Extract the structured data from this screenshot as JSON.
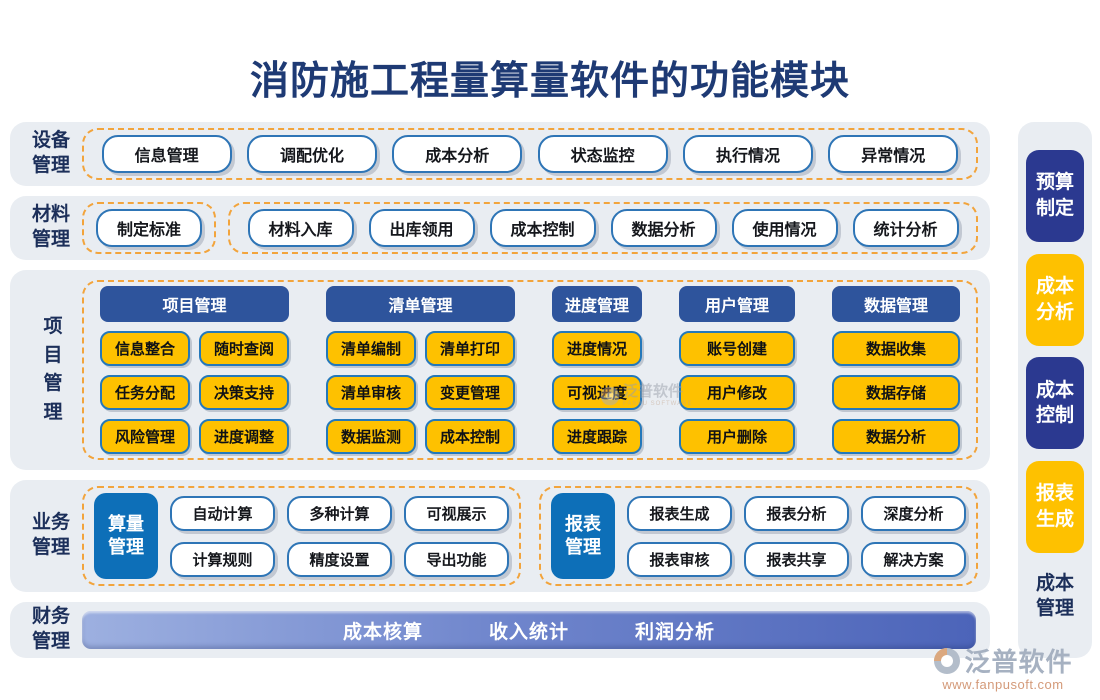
{
  "title": "消防施工程量算量软件的功能模块",
  "rows": {
    "device": {
      "label": "设备管理",
      "items": [
        "信息管理",
        "调配优化",
        "成本分析",
        "状态监控",
        "执行情况",
        "异常情况"
      ]
    },
    "material": {
      "label": "材料管理",
      "group1": [
        "制定标准"
      ],
      "group2": [
        "材料入库",
        "出库领用",
        "成本控制",
        "数据分析",
        "使用情况",
        "统计分析"
      ]
    },
    "project": {
      "label": "项目管理",
      "columns": [
        {
          "header": "项目管理",
          "items": [
            "信息整合",
            "随时查阅",
            "任务分配",
            "决策支持",
            "风险管理",
            "进度调整"
          ]
        },
        {
          "header": "清单管理",
          "items": [
            "清单编制",
            "清单打印",
            "清单审核",
            "变更管理",
            "数据监测",
            "成本控制"
          ]
        },
        {
          "header": "进度管理",
          "items": [
            "进度情况",
            "可视进度",
            "进度跟踪"
          ]
        },
        {
          "header": "用户管理",
          "items": [
            "账号创建",
            "用户修改",
            "用户删除"
          ]
        },
        {
          "header": "数据管理",
          "items": [
            "数据收集",
            "数据存储",
            "数据分析"
          ]
        }
      ]
    },
    "business": {
      "label": "业务管理",
      "groups": [
        {
          "badge": "算量管理",
          "items": [
            "自动计算",
            "多种计算",
            "可视展示",
            "计算规则",
            "精度设置",
            "导出功能"
          ]
        },
        {
          "badge": "报表管理",
          "items": [
            "报表生成",
            "报表分析",
            "深度分析",
            "报表审核",
            "报表共享",
            "解决方案"
          ]
        }
      ]
    },
    "finance": {
      "label": "财务管理",
      "items": [
        "成本核算",
        "收入统计",
        "利润分析"
      ]
    }
  },
  "side": {
    "items": [
      {
        "label": "预算制定",
        "style": "navy"
      },
      {
        "label": "成本分析",
        "style": "gold"
      },
      {
        "label": "成本控制",
        "style": "navy"
      },
      {
        "label": "报表生成",
        "style": "gold"
      },
      {
        "label": "成本管理",
        "style": "plain"
      }
    ]
  },
  "watermark": {
    "text": "泛普软件",
    "sub": "FANPU SOFTWARE"
  },
  "footer": {
    "brand": "泛普软件",
    "url": "www.fanpusoft.com"
  },
  "colors": {
    "title_navy": "#1e3a74",
    "row_bg": "#e9edf2",
    "dashed_border": "#f2a43c",
    "pill_border_blue": "#2e75b6",
    "column_header_blue": "#2e549c",
    "gold": "#fec100",
    "side_navy": "#2b3990",
    "badge_blue": "#0d6fb8",
    "finance_bar_gradient": [
      "#9db0e0",
      "#4c64b9"
    ]
  }
}
